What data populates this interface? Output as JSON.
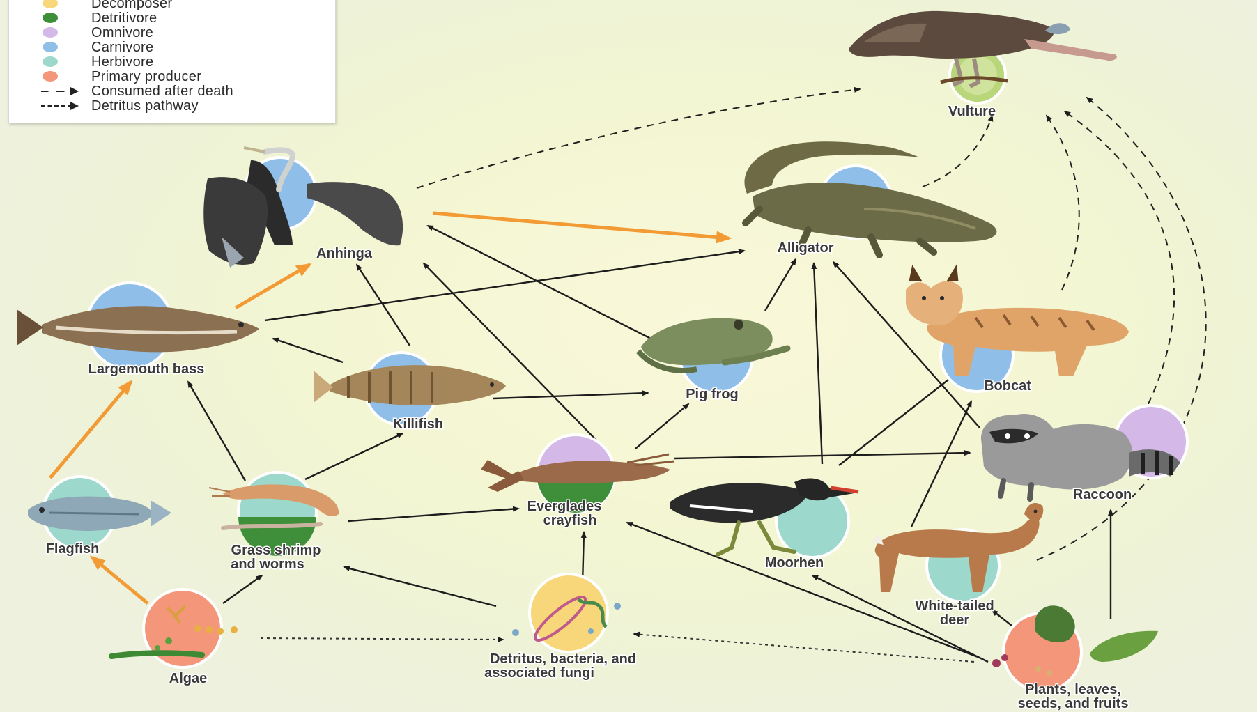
{
  "legend": {
    "items": [
      {
        "label": "Decomposer",
        "color": "#f7d779",
        "kind": "dot"
      },
      {
        "label": "Detritivore",
        "color": "#3f8f3a",
        "kind": "dot"
      },
      {
        "label": "Omnivore",
        "color": "#d4b9e8",
        "kind": "dot"
      },
      {
        "label": "Carnivore",
        "color": "#8fbfe8",
        "kind": "dot"
      },
      {
        "label": "Herbivore",
        "color": "#9dd8cc",
        "kind": "dot"
      },
      {
        "label": "Primary producer",
        "color": "#f4967a",
        "kind": "dot"
      },
      {
        "label": "Consumed after death",
        "kind": "long-dash"
      },
      {
        "label": "Detritus pathway",
        "kind": "short-dash"
      }
    ]
  },
  "organisms": {
    "vulture": {
      "label": "Vulture",
      "role": "Detritivore",
      "color": "#b9d77a",
      "icon": "vulture-icon"
    },
    "alligator": {
      "label": "Alligator",
      "role": "Carnivore",
      "color": "#8fbfe8",
      "icon": "alligator-icon"
    },
    "anhinga": {
      "label": "Anhinga",
      "role": "Carnivore",
      "color": "#8fbfe8",
      "icon": "anhinga-icon"
    },
    "bass": {
      "label": "Largemouth bass",
      "role": "Carnivore",
      "color": "#8fbfe8",
      "icon": "fish-icon"
    },
    "killifish": {
      "label": "Killifish",
      "role": "Carnivore",
      "color": "#8fbfe8",
      "icon": "fish-icon"
    },
    "pigfrog": {
      "label": "Pig frog",
      "role": "Carnivore",
      "color": "#8fbfe8",
      "icon": "frog-icon"
    },
    "bobcat": {
      "label": "Bobcat",
      "role": "Carnivore",
      "color": "#8fbfe8",
      "icon": "bobcat-icon"
    },
    "raccoon": {
      "label": "Raccoon",
      "role": "Omnivore",
      "color": "#d4b9e8",
      "icon": "raccoon-icon"
    },
    "crayfish": {
      "label_lines": [
        "Everglades",
        "crayfish"
      ],
      "role": "Omnivore/Detritivore",
      "color": "#d4b9e8",
      "color2": "#3f8f3a",
      "icon": "crayfish-icon"
    },
    "moorhen": {
      "label": "Moorhen",
      "role": "Herbivore",
      "color": "#9dd8cc",
      "icon": "moorhen-icon"
    },
    "flagfish": {
      "label": "Flagfish",
      "role": "Herbivore",
      "color": "#9dd8cc",
      "icon": "fish-icon"
    },
    "shrimp": {
      "label_lines": [
        "Grass shrimp",
        "and worms"
      ],
      "role": "Herbivore/Detritivore",
      "color": "#9dd8cc",
      "color2": "#3f8f3a",
      "icon": "shrimp-icon"
    },
    "deer": {
      "label_lines": [
        "White-tailed",
        "deer"
      ],
      "role": "Herbivore",
      "color": "#9dd8cc",
      "icon": "deer-icon"
    },
    "algae": {
      "label": "Algae",
      "role": "Primary producer",
      "color": "#f4967a",
      "icon": "algae-icon"
    },
    "detritus": {
      "label_lines": [
        "Detritus, bacteria, and",
        "associated fungi"
      ],
      "role": "Decomposer",
      "color": "#f7d779",
      "icon": "bacteria-icon"
    },
    "plants": {
      "label_lines": [
        "Plants, leaves,",
        "seeds, and fruits"
      ],
      "role": "Primary producer",
      "color": "#f4967a",
      "icon": "leaf-icon"
    }
  },
  "edges": {
    "orange": [
      [
        "algae",
        "flagfish"
      ],
      [
        "flagfish",
        "bass"
      ],
      [
        "bass",
        "anhinga"
      ],
      [
        "anhinga",
        "alligator"
      ]
    ],
    "solid": [
      [
        "algae",
        "shrimp"
      ],
      [
        "shrimp",
        "bass"
      ],
      [
        "shrimp",
        "killifish"
      ],
      [
        "shrimp",
        "crayfish"
      ],
      [
        "killifish",
        "bass"
      ],
      [
        "killifish",
        "anhinga"
      ],
      [
        "killifish",
        "pigfrog"
      ],
      [
        "bass",
        "alligator"
      ],
      [
        "crayfish",
        "anhinga"
      ],
      [
        "crayfish",
        "pigfrog"
      ],
      [
        "crayfish",
        "raccoon"
      ],
      [
        "pigfrog",
        "anhinga"
      ],
      [
        "pigfrog",
        "alligator"
      ],
      [
        "moorhen",
        "alligator"
      ],
      [
        "moorhen",
        "bobcat"
      ],
      [
        "raccoon",
        "alligator"
      ],
      [
        "deer",
        "bobcat"
      ],
      [
        "detritus",
        "shrimp"
      ],
      [
        "detritus",
        "crayfish"
      ],
      [
        "plants",
        "crayfish"
      ],
      [
        "plants",
        "moorhen"
      ],
      [
        "plants",
        "deer"
      ],
      [
        "plants",
        "raccoon"
      ]
    ],
    "long_dash": [
      [
        "anhinga",
        "vulture"
      ],
      [
        "alligator",
        "vulture"
      ],
      [
        "bobcat",
        "vulture"
      ],
      [
        "raccoon",
        "vulture"
      ],
      [
        "deer",
        "vulture"
      ]
    ],
    "short_dash": [
      [
        "algae",
        "detritus"
      ],
      [
        "plants",
        "detritus"
      ]
    ]
  }
}
